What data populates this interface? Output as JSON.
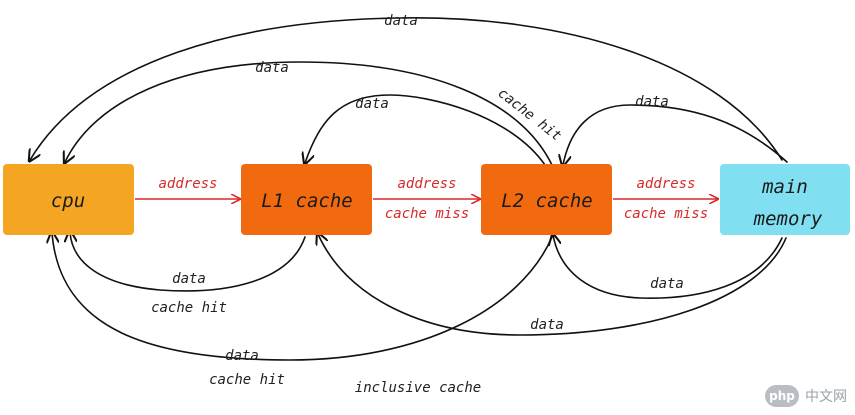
{
  "nodes": {
    "cpu": {
      "label": "cpu",
      "color": "#f4a623"
    },
    "l1": {
      "label": "L1 cache",
      "color": "#f26a10"
    },
    "l2": {
      "label": "L2 cache",
      "color": "#f26a10"
    },
    "mem": {
      "line1": "main",
      "line2": "memory",
      "color": "#80e0f2"
    }
  },
  "edges": {
    "cpu_l1": {
      "label": "address"
    },
    "l1_l2": {
      "label_top": "address",
      "label_bottom": "cache miss"
    },
    "l2_mem": {
      "label_top": "address",
      "label_bottom": "cache miss"
    }
  },
  "arcs": {
    "mem_cpu_top": "data",
    "l2_cpu_top": "data",
    "l2_l1_top": "data",
    "cache_hit_label": "cache hit",
    "mem_l2_top": "data",
    "l1_cpu_bottom_data": "data",
    "l1_cpu_bottom_hit": "cache hit",
    "mem_l2_bottom": "data",
    "mem_l1_bottom": "data",
    "l2_cpu_bottom_data": "data",
    "l2_cpu_bottom_hit": "cache hit"
  },
  "caption": "inclusive cache",
  "watermark": {
    "logo": "php",
    "text": "中文网"
  },
  "colors": {
    "arrow_red": "#d62a2a",
    "line_black": "#111111"
  }
}
